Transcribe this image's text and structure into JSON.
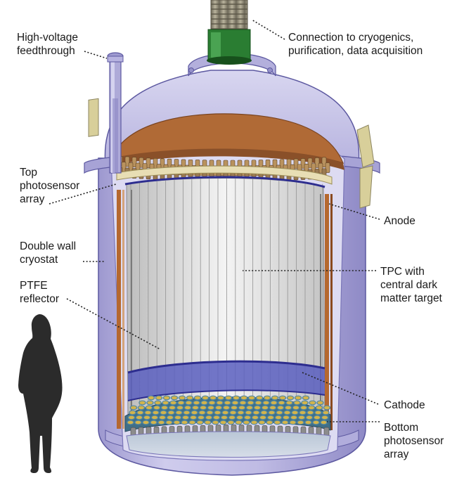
{
  "colors": {
    "cryostat_outer": "#c7c4e6",
    "cryostat_shade": "#a9a5d6",
    "cryostat_inner": "#dddbf2",
    "lid_copper": "#b06a36",
    "pmt_tan": "#c9b784",
    "ptfe_panel": "#e9e9e9",
    "ptfe_line": "#9a9a9a",
    "ring_blue": "#2d2d8f",
    "band_blue": "#5a5fbf",
    "copper_rod": "#b5682f",
    "bottom_pmt_yellow": "#d4b44a",
    "bottom_pmt_blue": "#4f87a5",
    "pipe_green": "#2a7d32",
    "bellows": "#8f8a78",
    "bracket": "#d8cf9a",
    "silhouette": "#2b2b2b",
    "leader": "#222222"
  },
  "labels": {
    "hv_feedthrough": "High-voltage\nfeedthrough",
    "connection": "Connection to cryogenics,\npurification, data acquisition",
    "top_array": "Top\nphotosensor\narray",
    "anode": "Anode",
    "double_wall": "Double wall\ncryostat",
    "tpc": "TPC with\ncentral dark\nmatter target",
    "ptfe": "PTFE\nreflector",
    "cathode": "Cathode",
    "bottom_array": "Bottom\nphotosensor\narray"
  }
}
